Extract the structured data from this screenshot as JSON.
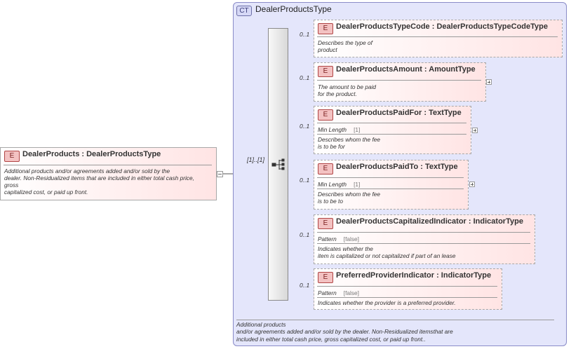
{
  "root": {
    "badge": "E",
    "name": "DealerProducts",
    "sep": ":",
    "type": "DealerProductsType",
    "doc": "Additional products and/or agreements added and/or sold by the\ndealer. Non-Residualized items that are included in either total cash price,\ngross\ncapitalized cost, or paid up front."
  },
  "complex_type": {
    "badge": "CT",
    "name": "DealerProductsType",
    "doc": "Additional products\nand/or agreements added and/or sold by the dealer. Non-Residualized itemsthat are\nincluded in either total cash price, gross capitalized cost, or paid up front.."
  },
  "sequence": {
    "occurrence": "[1]..[1]"
  },
  "children": [
    {
      "badge": "E",
      "occurrence": "0..1",
      "name": "DealerProductsTypeCode",
      "sep": ":",
      "type": "DealerProductsTypeCodeType",
      "doc": "Describes the type of\nproduct"
    },
    {
      "badge": "E",
      "occurrence": "0..1",
      "name": "DealerProductsAmount",
      "sep": ":",
      "type": "AmountType",
      "doc": "The amount to be paid\nfor the product."
    },
    {
      "badge": "E",
      "occurrence": "0..1",
      "name": "DealerProductsPaidFor",
      "sep": ":",
      "type": "TextType",
      "facet_name": "Min Length",
      "facet_value": "[1]",
      "doc": "Describes whom the fee\nis to be for"
    },
    {
      "badge": "E",
      "occurrence": "0..1",
      "name": "DealerProductsPaidTo",
      "sep": ":",
      "type": "TextType",
      "facet_name": "Min Length",
      "facet_value": "[1]",
      "doc": "Describes whom the fee\nis to be to"
    },
    {
      "badge": "E",
      "occurrence": "0..1",
      "name": "DealerProductsCapitalizedIndicator",
      "sep": ":",
      "type": "IndicatorType",
      "facet_name": "Pattern",
      "facet_value": "[false]",
      "doc": "Indicates whether the\nitem is capitalized or not capitalized if part of an lease"
    },
    {
      "badge": "E",
      "occurrence": "0..1",
      "name": "PreferredProviderIndicator",
      "sep": ":",
      "type": "IndicatorType",
      "facet_name": "Pattern",
      "facet_value": "[false]",
      "doc": "Indicates whether the provider is a preferred provider."
    }
  ]
}
